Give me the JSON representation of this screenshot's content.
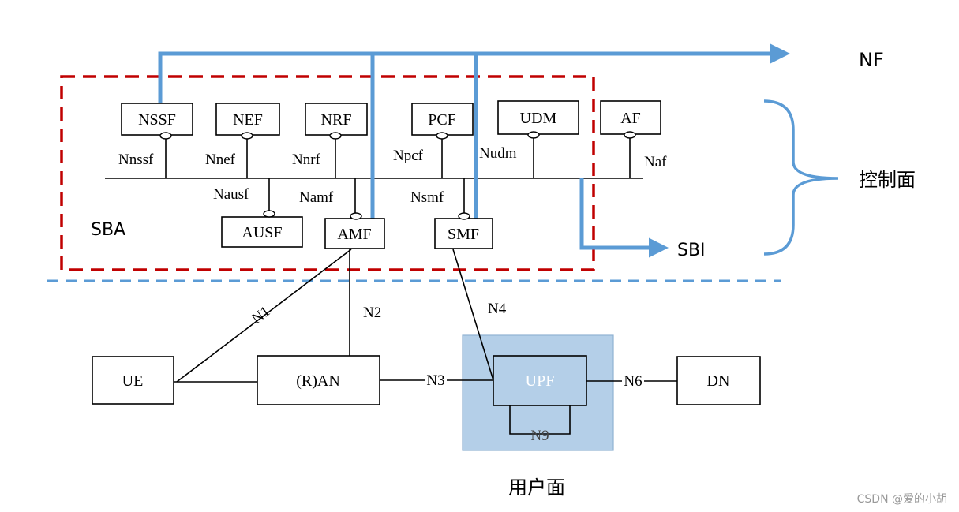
{
  "labels": {
    "nf": "NF",
    "control_plane": "控制面",
    "sbi": "SBI",
    "sba": "SBA",
    "user_plane": "用户面",
    "watermark": "CSDN @爱的小胡"
  },
  "functions": {
    "nssf": "NSSF",
    "nef": "NEF",
    "nrf": "NRF",
    "pcf": "PCF",
    "udm": "UDM",
    "af": "AF",
    "ausf": "AUSF",
    "amf": "AMF",
    "smf": "SMF",
    "ue": "UE",
    "ran": "(R)AN",
    "upf": "UPF",
    "dn": "DN"
  },
  "service_interfaces": {
    "nssf": "Nnssf",
    "nef": "Nnef",
    "nrf": "Nnrf",
    "pcf": "Npcf",
    "udm": "Nudm",
    "af": "Naf",
    "ausf": "Nausf",
    "amf": "Namf",
    "smf": "Nsmf"
  },
  "reference_points": {
    "n1": "N1",
    "n2": "N2",
    "n3": "N3",
    "n4": "N4",
    "n6": "N6",
    "n9": "N9"
  },
  "colors": {
    "sba_border": "#c00000",
    "plane_divider": "#5b9bd5",
    "blue_bus": "#5b9bd5",
    "user_plane_fill": "#b4cfe8"
  }
}
